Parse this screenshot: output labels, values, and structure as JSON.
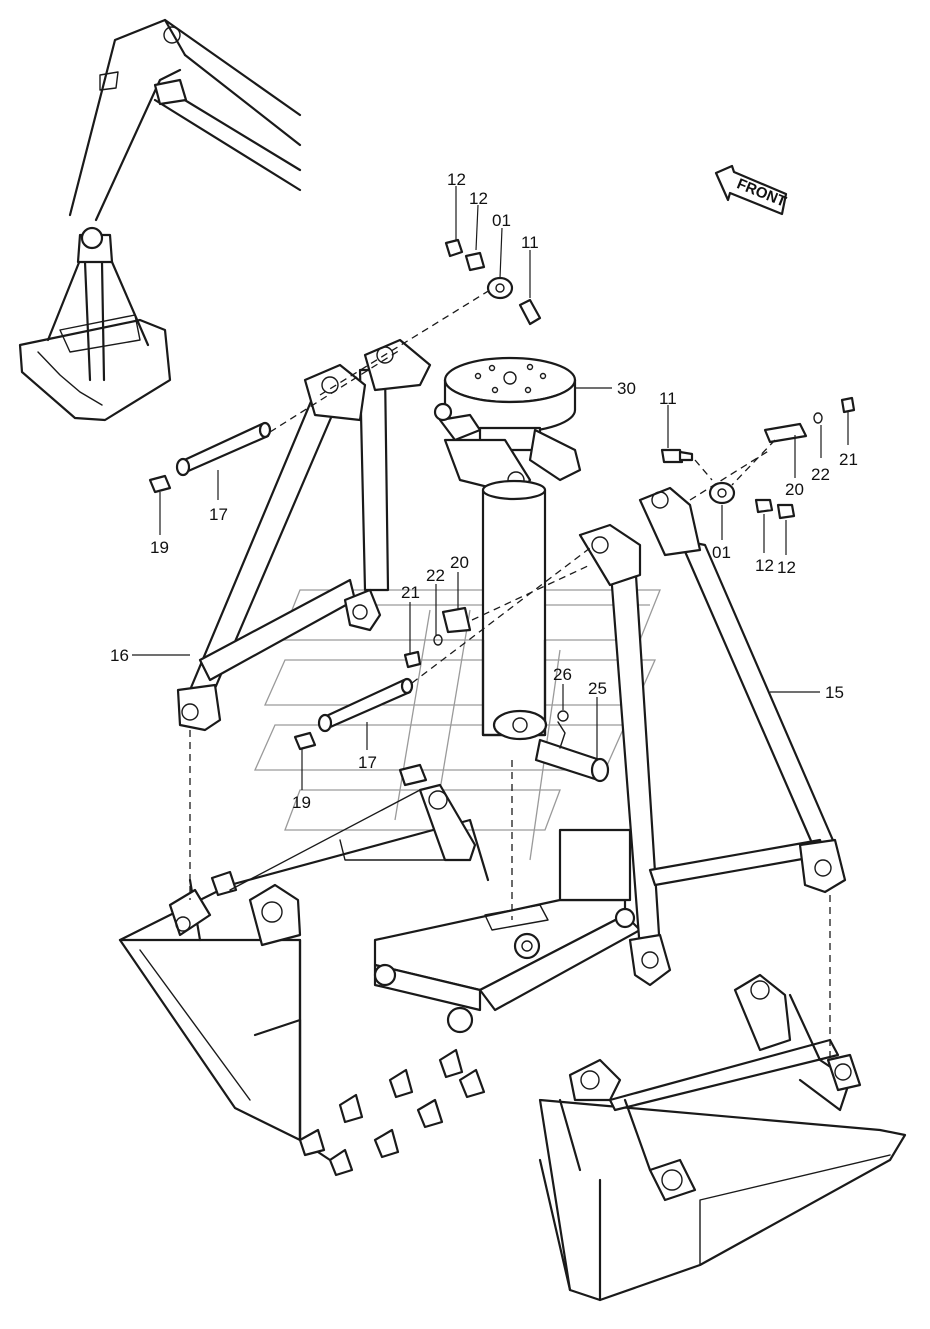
{
  "diagram": {
    "callouts": {
      "c12a": "12",
      "c12b": "12",
      "c01a": "01",
      "c11a": "11",
      "c30": "30",
      "c11b": "11",
      "c21a": "21",
      "c22a": "22",
      "c20a": "20",
      "c01b": "01",
      "c12c": "12",
      "c12d": "12",
      "c17a": "17",
      "c19a": "19",
      "c16": "16",
      "c21b": "21",
      "c22b": "22",
      "c20b": "20",
      "c15": "15",
      "c26": "26",
      "c25": "25",
      "c17b": "17",
      "c19b": "19"
    },
    "front_label": "FRONT"
  }
}
